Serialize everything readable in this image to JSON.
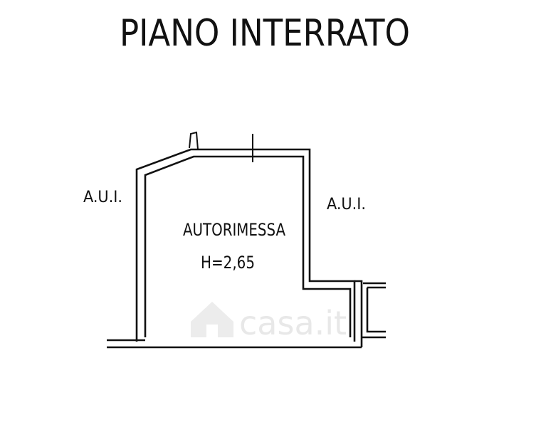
{
  "plan": {
    "title": "PIANO INTERRATO",
    "room_name": "AUTORIMESSA",
    "room_height": "H=2,65",
    "adjacent_left": "A.U.I.",
    "adjacent_right": "A.U.I."
  },
  "watermark": {
    "text": "casa.it"
  },
  "colors": {
    "ink": "#111111",
    "background": "#ffffff",
    "watermark": "#e8e8e8"
  },
  "icons": {
    "watermark_logo": "house-icon"
  }
}
